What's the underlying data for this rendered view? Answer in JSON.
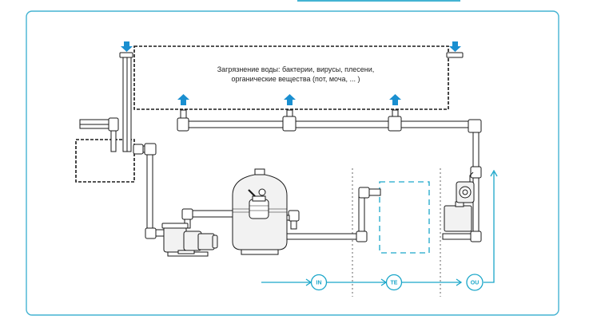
{
  "caption": {
    "line1": "Загрязнение воды: бактерии, вирусы, плесени,",
    "line2": "органические вещества (пот, моча, ... )"
  },
  "flow_nodes": [
    {
      "id": "in",
      "label": "IN"
    },
    {
      "id": "te",
      "label": "TE"
    },
    {
      "id": "ou",
      "label": "OU"
    }
  ],
  "icons": {
    "inflow_arrow": "arrow-down-icon",
    "outflow_arrow": "arrow-up-icon"
  },
  "colors": {
    "accent": "#1aa6c9",
    "frame": "#44b3d2",
    "line": "#1a1a1a",
    "pipe_fill": "#ffffff",
    "equipment_fill": "#f2f2f2",
    "arrow": "#1a8fd0"
  }
}
